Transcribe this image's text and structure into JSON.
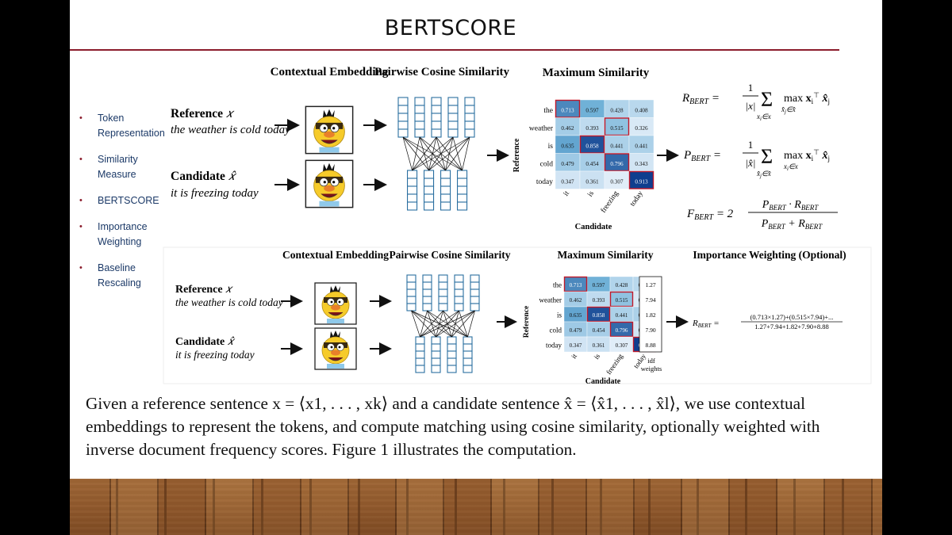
{
  "slide": {
    "title": "BERTSCORE",
    "bullets": [
      {
        "label": "Token Representation"
      },
      {
        "label": "Similarity Measure"
      },
      {
        "label": "BERTSCORE"
      },
      {
        "label": "Importance Weighting"
      },
      {
        "label": "Baseline Rescaling"
      }
    ]
  },
  "colors": {
    "title_rule": "#8b1c2c",
    "bullet_text": "#1c3a68",
    "bullet_marker": "#8b1c2c",
    "heat_high": "#0d3b8c",
    "heat_low": "#e3eef9",
    "highlight": "#c0192a"
  },
  "figure": {
    "stage_headers": [
      "Contextual Embedding",
      "Pairwise Cosine Similarity",
      "Maximum Similarity"
    ],
    "importance_header": "Importance Weighting (Optional)",
    "reference_label": "Reference",
    "reference_var": "𝑥",
    "reference_text": "the weather is cold today",
    "candidate_label": "Candidate",
    "candidate_var": "𝑥̂",
    "candidate_text": "it is freezing today",
    "axis_reference": "Reference",
    "axis_candidate": "Candidate",
    "row_tokens": [
      "the",
      "weather",
      "is",
      "cold",
      "today"
    ],
    "col_tokens": [
      "it",
      "is",
      "freezing",
      "today"
    ],
    "similarity": [
      [
        0.713,
        0.597,
        0.428,
        0.408
      ],
      [
        0.462,
        0.393,
        0.515,
        0.326
      ],
      [
        0.635,
        0.858,
        0.441,
        0.441
      ],
      [
        0.479,
        0.454,
        0.796,
        0.343
      ],
      [
        0.347,
        0.361,
        0.307,
        0.913
      ]
    ],
    "max_in_row": [
      0,
      2,
      1,
      2,
      3
    ],
    "idf_weights": [
      1.27,
      7.94,
      1.82,
      7.9,
      8.88
    ],
    "idf_label": "idf weights",
    "formula_r": "R_BERT = (1/|x|) Σ_{x_i∈x} max_{x̂_j∈x̂} x_iᵀ x̂_j",
    "formula_p": "P_BERT = (1/|x̂|) Σ_{x̂_j∈x̂} max_{x_i∈x} x_iᵀ x̂_j",
    "formula_f": "F_BERT = 2 · (P_BERT · R_BERT) / (P_BERT + R_BERT)",
    "weighted_numerator": "(0.713×1.27)+(0.515×7.94)+...",
    "weighted_denominator": "1.27+7.94+1.82+7.90+8.88"
  },
  "caption": "Given a reference sentence x = ⟨x1, . . . , xk⟩ and a candidate sentence x̂ = ⟨x̂1, . . . , x̂l⟩, we use contextual embeddings to represent the tokens, and compute matching using cosine similarity, optionally weighted with inverse document frequency scores. Figure 1 illustrates the computation."
}
